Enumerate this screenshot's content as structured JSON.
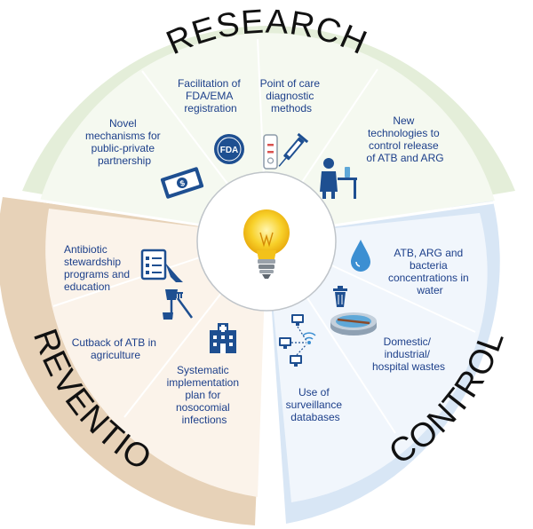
{
  "sectors": {
    "research": {
      "title": "RESEARCH",
      "items": [
        [
          "Novel",
          "mechanisms for",
          "public-private",
          "partnership"
        ],
        [
          "Facilitation of",
          "FDA/EMA",
          "registration"
        ],
        [
          "Point of care",
          "diagnostic",
          "methods"
        ],
        [
          "New",
          "technologies to",
          "control release",
          "of ATB and ARG"
        ]
      ],
      "fda_badge": "FDA",
      "colors": {
        "band": "#e4eed9",
        "inner": "#f5f9f0"
      }
    },
    "prevention": {
      "title": "PREVENTION",
      "items": [
        [
          "Antibiotic",
          "stewardship",
          "programs and",
          "education"
        ],
        [
          "Cutback of ATB in",
          "agriculture"
        ],
        [
          "Systematic",
          "implementation",
          "plan for",
          "nosocomial",
          "infections"
        ]
      ],
      "colors": {
        "band": "#e7d2b8",
        "inner": "#fbf3ea"
      }
    },
    "control": {
      "title": "CONTROL",
      "items": [
        [
          "ATB, ARG and",
          "bacteria",
          "concentrations in",
          "water"
        ],
        [
          "Domestic/",
          "industrial/",
          "hospital wastes"
        ],
        [
          "Use of",
          "surveillance",
          "databases"
        ]
      ],
      "colors": {
        "band": "#d8e6f5",
        "inner": "#f1f6fc"
      }
    }
  },
  "center": {
    "icon": "lightbulb-icon",
    "color": "#f6c21e"
  },
  "icon_color": "#1e4f91",
  "text_color": "#1c3f8a"
}
